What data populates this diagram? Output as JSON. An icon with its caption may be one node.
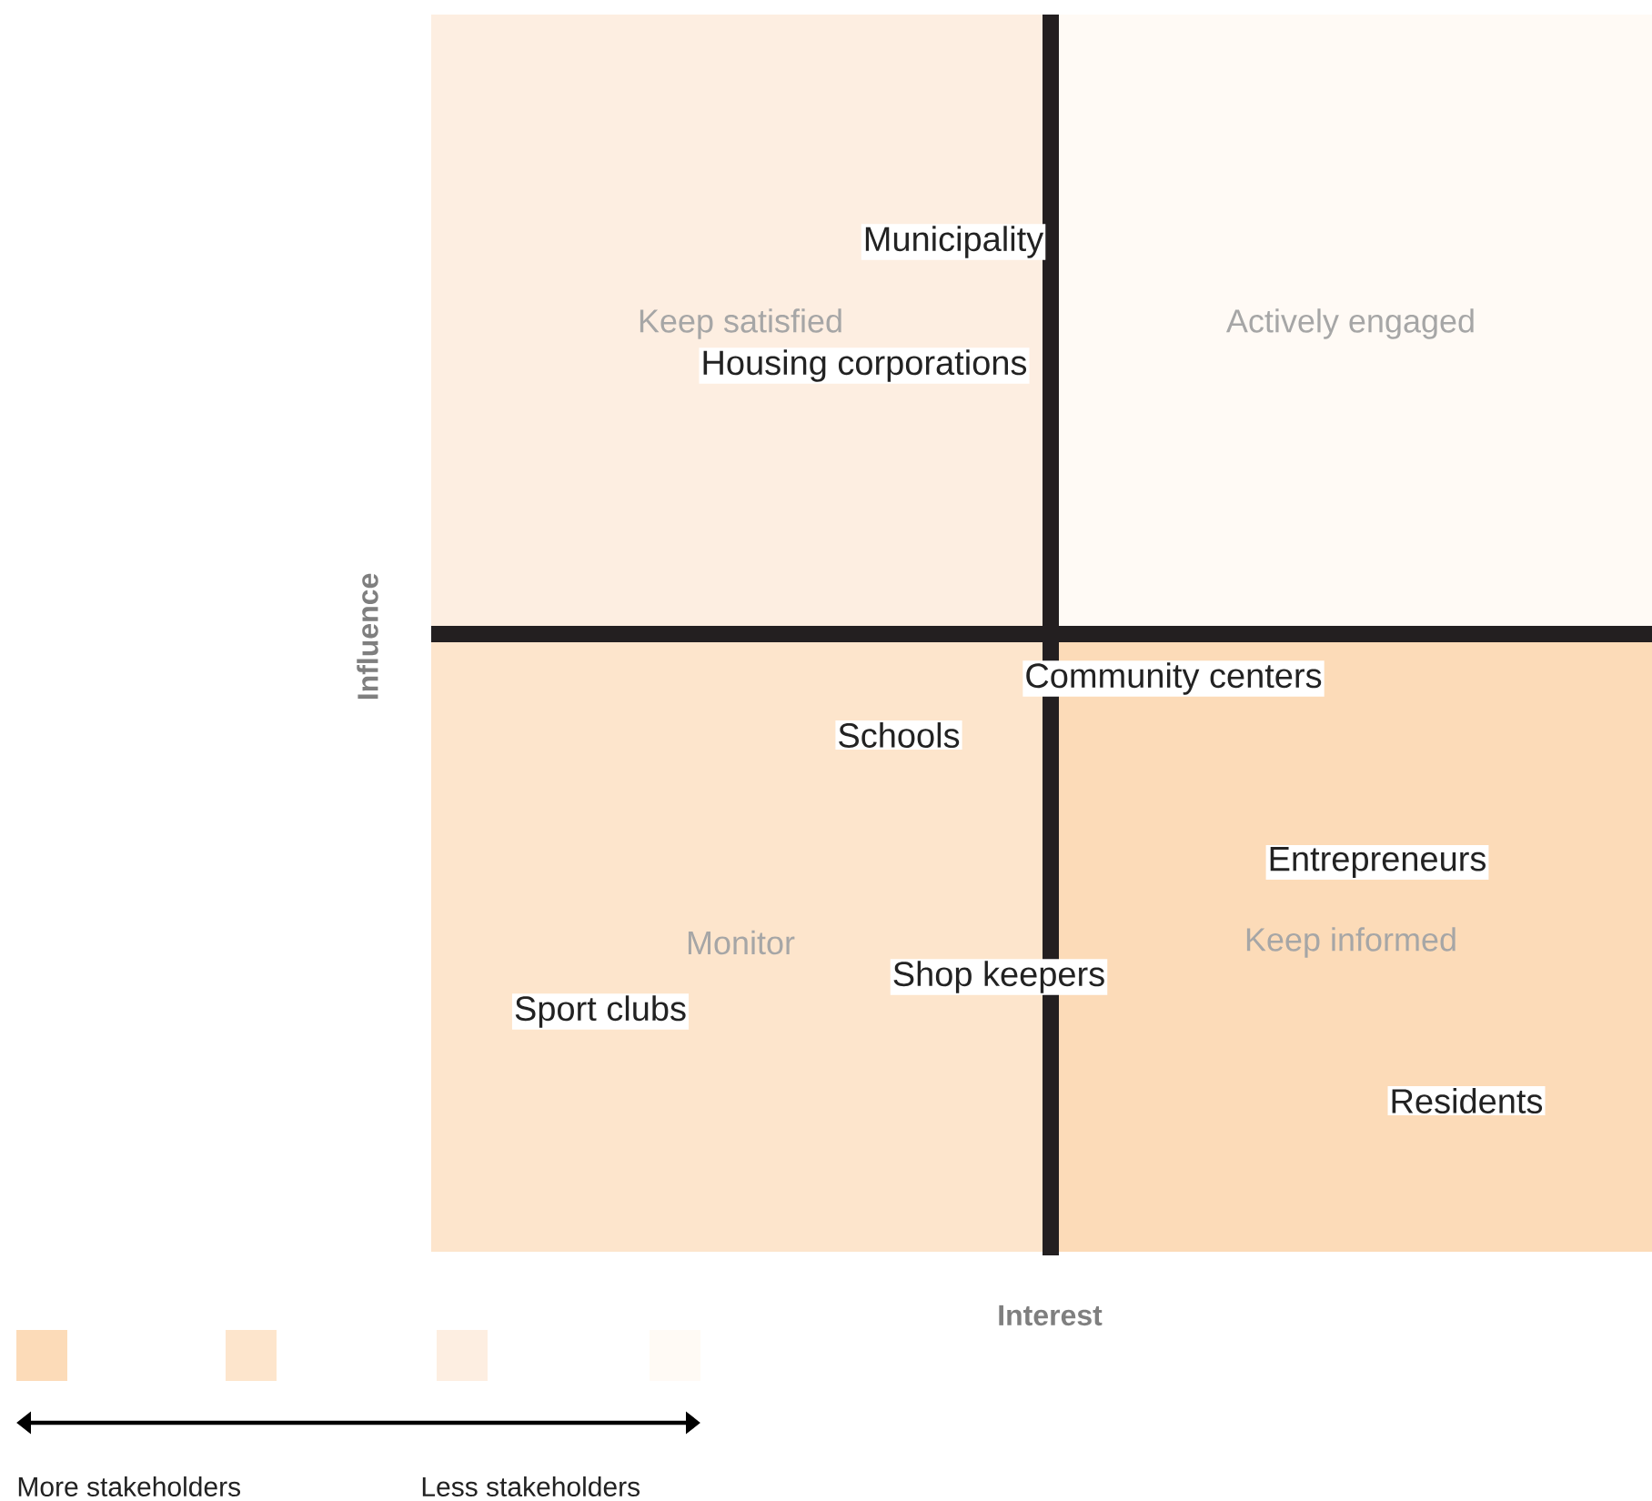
{
  "diagram": {
    "nodes": [
      {
        "text": [
          "Keep satisfied"
        ]
      },
      {
        "text": [
          "Actively engaged"
        ]
      },
      {
        "text": [
          "Monitor"
        ]
      },
      {
        "text": [
          "Keep informed"
        ]
      }
    ],
    "labels": [
      "Municipality",
      "Housing corporations",
      "Influence",
      "Community centers",
      "Schools",
      "Entrepreneurs",
      "Shop keepers",
      "Sport clubs",
      "Residents",
      "Interest",
      "More stakeholders",
      "Less stakeholders"
    ]
  }
}
